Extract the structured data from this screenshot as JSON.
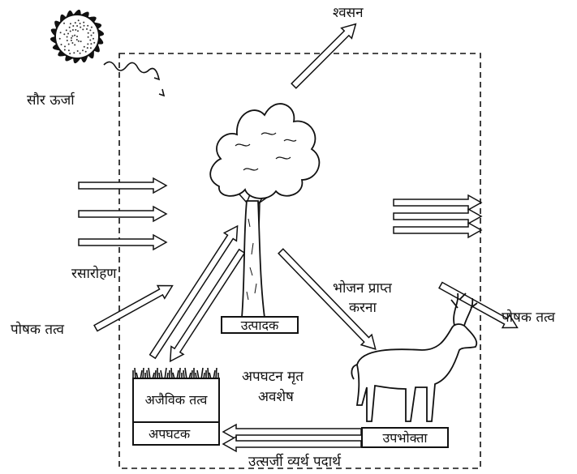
{
  "labels": {
    "respiration": "श्वसन",
    "solar_energy": "सौर ऊर्जा",
    "ascent_of_sap": "रसारोहण",
    "nutrients_in": "पोषक तत्व",
    "producer": "उत्पादक",
    "obtaining_food_line1": "भोजन प्राप्त",
    "obtaining_food_line2": "करना",
    "nutrients_out": "पोषक तत्व",
    "decomposition_line1": "अपघटन मृत",
    "decomposition_line2": "अवशेष",
    "abiotic_elements": "अजैविक तत्व",
    "decomposer": "अपघटक",
    "consumer": "उपभोक्ता",
    "excretory_waste": "उत्सर्जी व्यर्थ पदार्थ"
  }
}
